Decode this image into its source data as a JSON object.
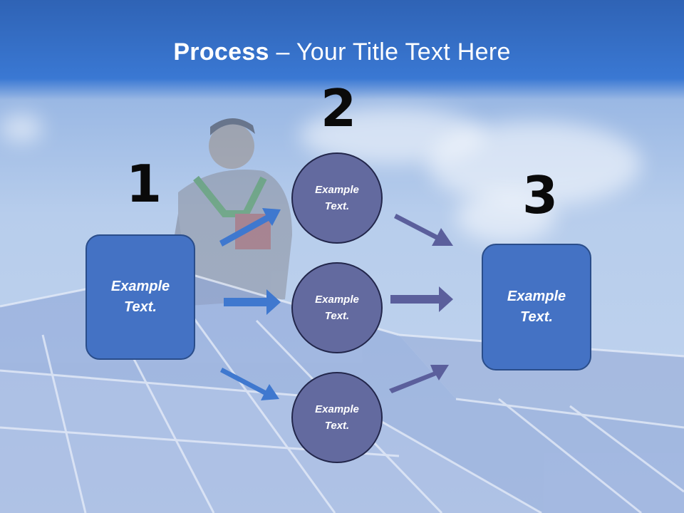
{
  "title": {
    "bold": "Process",
    "rest": " – Your Title Text Here"
  },
  "steps": {
    "one": {
      "number": "1",
      "box_text": "Example Text."
    },
    "two": {
      "number": "2",
      "circles": [
        "Example Text.",
        "Example Text.",
        "Example Text."
      ]
    },
    "three": {
      "number": "3",
      "box_text": "Example Text."
    }
  },
  "colors": {
    "box": "#4472c4",
    "circle": "#636a9f",
    "arrow_blue": "#3f78cf",
    "arrow_purple": "#5b5f9c"
  }
}
